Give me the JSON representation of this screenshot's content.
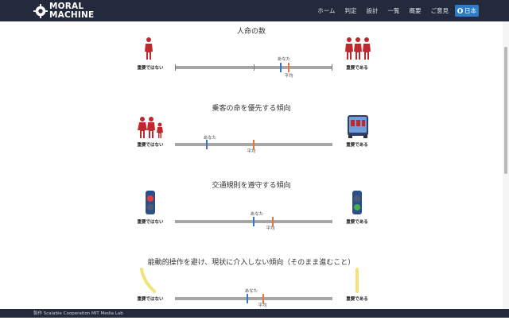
{
  "header": {
    "logo_line1": "MORAL",
    "logo_line2": "MACHINE",
    "menu": [
      "ホーム",
      "判定",
      "設計",
      "一覧",
      "概要",
      "ご意見"
    ],
    "language": "日本"
  },
  "sections": [
    {
      "title": "人命の数",
      "left_label": "重要ではない",
      "right_label": "重要である",
      "you_label": "あなた",
      "avg_label": "平均",
      "you_value": 0.67,
      "avg_value": 0.72
    },
    {
      "title": "乗客の命を優先する傾向",
      "left_label": "重要ではない",
      "right_label": "重要である",
      "you_label": "あなた",
      "avg_label": "平均",
      "you_value": 0.2,
      "avg_value": 0.5
    },
    {
      "title": "交通規則を遵守する傾向",
      "left_label": "重要ではない",
      "right_label": "重要である",
      "you_label": "あなた",
      "avg_label": "平均",
      "you_value": 0.5,
      "avg_value": 0.62
    },
    {
      "title": "能動的操作を避け、現状に介入しない傾向（そのまま進むこと）",
      "left_label": "重要ではない",
      "right_label": "重要である",
      "you_label": "あなた",
      "avg_label": "平均",
      "you_value": 0.46,
      "avg_value": 0.56
    }
  ],
  "footer": {
    "credit": "製作 Scalable Cooperation MIT Media Lab"
  },
  "colors": {
    "nav_bg": "#232a3b",
    "you_marker": "#3b73c9",
    "avg_marker": "#e0763a",
    "track": "#a6a6a6",
    "figure_red": "#c0282e",
    "signal_yellow": "#f2e27a"
  }
}
